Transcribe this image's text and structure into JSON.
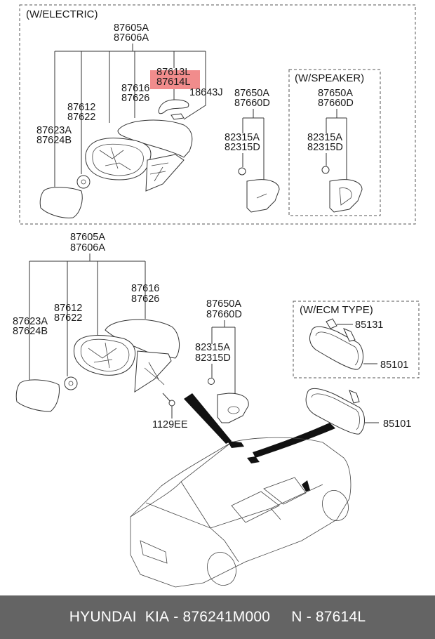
{
  "highlight_color": "#f08080",
  "footer": {
    "brand": "HYUNDAI  KIA",
    "separator": " - ",
    "oem_number": "876241M000",
    "n_label": "N",
    "n_number": "87614L"
  },
  "groups": {
    "electric": {
      "title": "(W/ELECTRIC)"
    },
    "speaker": {
      "title": "(W/SPEAKER)"
    },
    "ecm": {
      "title": "(W/ECM TYPE)"
    }
  },
  "labels": {
    "electric": {
      "assembly": [
        "87605A",
        "87606A"
      ],
      "lamp": [
        "87613L",
        "87614L"
      ],
      "connector": "18643J",
      "cover": [
        "87616",
        "87626"
      ],
      "actuator": [
        "87612",
        "87622"
      ],
      "glass": [
        "87623A",
        "87624B"
      ],
      "trim": [
        "87650A",
        "87660D"
      ],
      "clip": [
        "82315A",
        "82315D"
      ]
    },
    "speaker": {
      "trim": [
        "87650A",
        "87660D"
      ],
      "clip": [
        "82315A",
        "82315D"
      ]
    },
    "manual": {
      "assembly": [
        "87605A",
        "87606A"
      ],
      "cover": [
        "87616",
        "87626"
      ],
      "actuator": [
        "87612",
        "87622"
      ],
      "glass": [
        "87623A",
        "87624B"
      ],
      "trim": [
        "87650A",
        "87660D"
      ],
      "clip": [
        "82315A",
        "82315D"
      ],
      "bolt": "1129EE"
    },
    "ecm": {
      "cover": "85131",
      "mirror": "85101"
    },
    "inside_mirror": "85101"
  }
}
